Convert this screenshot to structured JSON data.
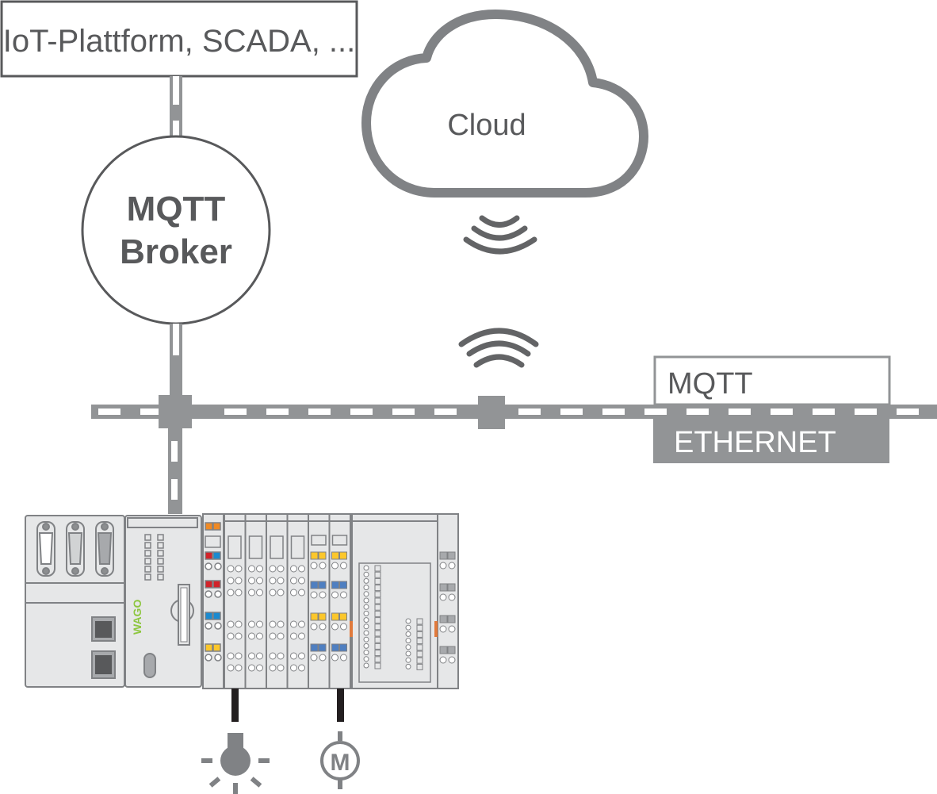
{
  "diagram": {
    "iot_box": {
      "label": "IoT-Plattform, SCADA, ..."
    },
    "broker": {
      "line1": "MQTT",
      "line2": "Broker"
    },
    "cloud": {
      "label": "Cloud"
    },
    "protocol_stack": {
      "upper": "MQTT",
      "lower": "ETHERNET"
    },
    "controller": {
      "brand": "WAGO"
    },
    "actuators": [
      {
        "name": "lamp",
        "icon": "lamp-icon"
      },
      {
        "name": "motor",
        "icon": "motor-icon",
        "label": "M"
      }
    ]
  },
  "colors": {
    "line": "#8c8e90",
    "text": "#58595b",
    "bus": "#929496",
    "device_body": "#e6e7e8",
    "device_stroke": "#808285",
    "wago_green": "#8dc63f",
    "orange": "#f08a24",
    "red": "#d2232a",
    "blue": "#1b8ad0",
    "yellow": "#fcc72b",
    "steel_blue": "#4f7fc1"
  }
}
